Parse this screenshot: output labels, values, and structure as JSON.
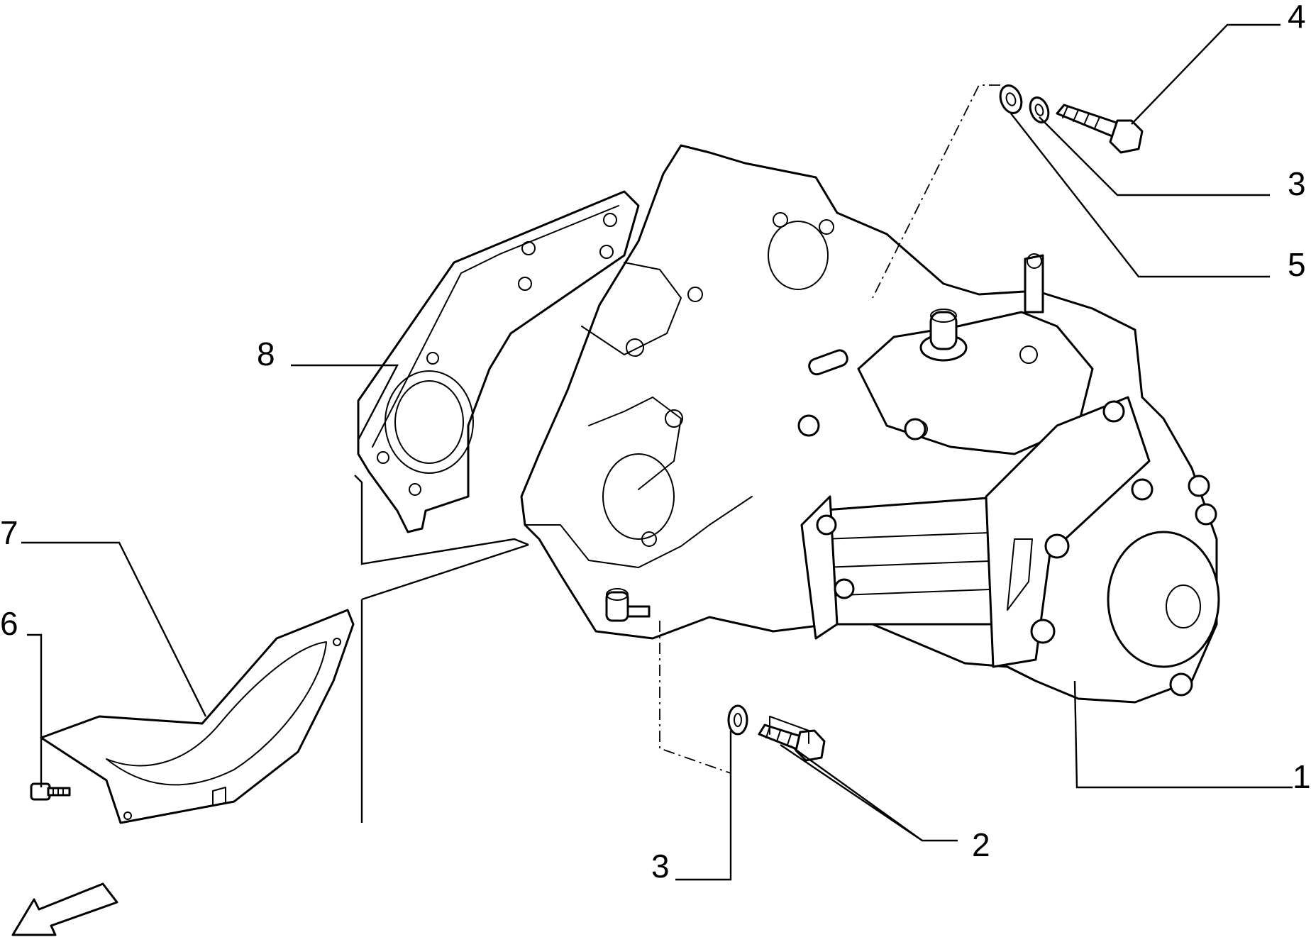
{
  "callouts": {
    "c1": "1",
    "c2": "2",
    "c3_top": "3",
    "c3_bottom": "3",
    "c4": "4",
    "c5": "5",
    "c6": "6",
    "c7": "7",
    "c8": "8"
  },
  "icons": {
    "direction_arrow": "arrow-down-left-icon"
  }
}
